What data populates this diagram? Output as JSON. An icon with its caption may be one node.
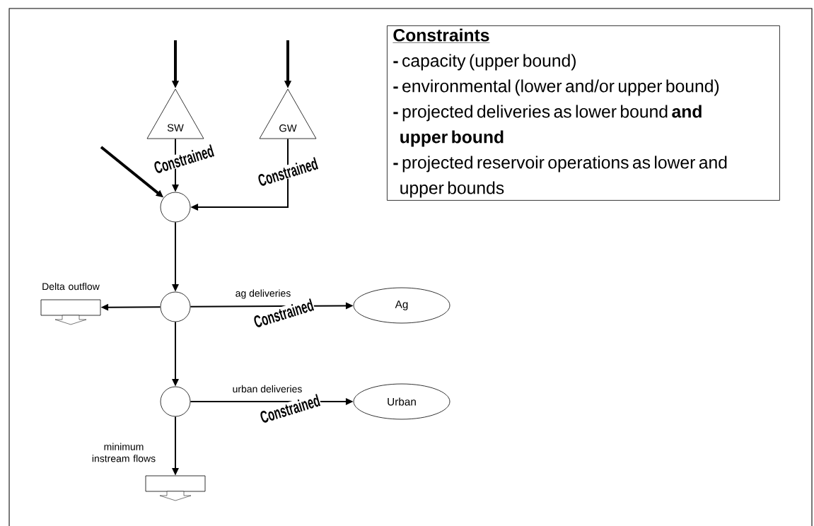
{
  "diagram": {
    "nodes": [
      {
        "text": [
          "SW"
        ]
      },
      {
        "text": [
          "GW"
        ]
      },
      {
        "text": [],
        "shape": "circle"
      },
      {
        "text": [
          "Delta outflow"
        ]
      },
      {
        "text": [],
        "shape": "circle"
      },
      {
        "text": [
          "Ag"
        ]
      },
      {
        "text": [],
        "shape": "circle"
      },
      {
        "text": [
          "Urban"
        ]
      },
      {
        "text": [
          "minimum instream flows"
        ]
      },
      {
        "text": [
          "Constraints",
          "**-** capacity (upper bound)",
          "**-** environmental (lower and/or upper bound)",
          "**-** projected deliveries as lower bound **and upper bound**",
          "**-** projected reservoir operations as lower and upper bounds"
        ]
      }
    ],
    "edges": [
      {
        "from": null,
        "to": 0,
        "arrow": "to",
        "style": "thick"
      },
      {
        "from": null,
        "to": 1,
        "arrow": "to",
        "style": "thick"
      },
      {
        "from": null,
        "to": 2,
        "arrow": "to",
        "style": "thick"
      },
      {
        "from": 0,
        "to": 2,
        "arrow": "to",
        "label": "Constrained"
      },
      {
        "from": 1,
        "to": 2,
        "arrow": "to",
        "label": "Constrained"
      },
      {
        "from": 2,
        "to": 4,
        "arrow": "to"
      },
      {
        "from": 4,
        "to": 3,
        "arrow": "to"
      },
      {
        "from": 4,
        "to": 5,
        "arrow": "to",
        "label": "ag deliveries"
      },
      {
        "from": 6,
        "to": 7,
        "arrow": "to",
        "label": "urban deliveries"
      },
      {
        "from": 4,
        "to": 6,
        "arrow": "to"
      },
      {
        "from": 6,
        "to": 8,
        "arrow": "to"
      }
    ],
    "labels": [
      "Constrained",
      "Constrained"
    ]
  }
}
